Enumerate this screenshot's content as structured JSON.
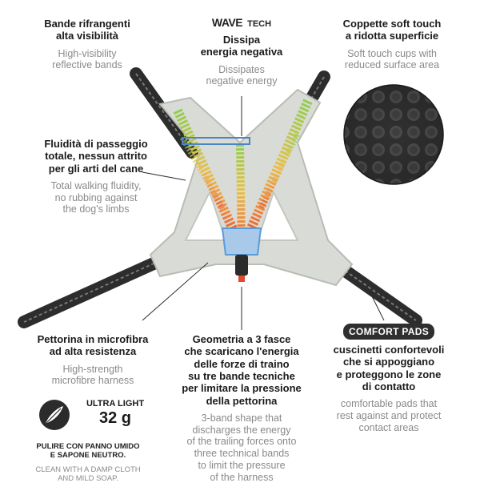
{
  "tech_brand": {
    "wave": "WAVE",
    "tech": "TECH"
  },
  "features": {
    "reflective": {
      "it": [
        "Bande rifrangenti",
        "alta visibilità"
      ],
      "en": [
        "High-visibility",
        "reflective bands"
      ]
    },
    "wave_tech": {
      "it": [
        "Dissipa",
        "energia negativa"
      ],
      "en": [
        "Dissipates",
        "negative energy"
      ]
    },
    "soft_cups": {
      "it": [
        "Coppette soft touch",
        "a ridotta superficie"
      ],
      "en": [
        "Soft touch cups with",
        "reduced surface area"
      ]
    },
    "fluidity": {
      "it": [
        "Fluidità di passeggio",
        "totale, nessun attrito",
        "per gli arti del cane"
      ],
      "en": [
        "Total walking fluidity,",
        "no rubbing against",
        "the dog's limbs"
      ]
    },
    "microfibre": {
      "it": [
        "Pettorina in microfibra",
        "ad alta resistenza"
      ],
      "en": [
        "High-strength",
        "microfibre harness"
      ]
    },
    "geometry": {
      "it": [
        "Geometria a 3 fasce",
        "che scaricano l'energia",
        "delle forze di traino",
        "su tre bande tecniche",
        "per limitare la pressione",
        "della pettorina"
      ],
      "en": [
        "3-band shape that",
        "discharges the energy",
        "of the trailing forces onto",
        "three technical bands",
        "to limit the pressure",
        "of the harness"
      ]
    },
    "comfort": {
      "badge": "COMFORT PADS",
      "it": [
        "cuscinetti confortevoli",
        "che si appoggiano",
        "e proteggono le zone",
        "di contatto"
      ],
      "en": [
        "comfortable pads that",
        "rest against and protect",
        "contact areas"
      ]
    }
  },
  "ultra_light": {
    "title": "ULTRA LIGHT",
    "weight": "32 g"
  },
  "care": {
    "it": [
      "PULIRE CON PANNO UMIDO",
      "E SAPONE NEUTRO."
    ],
    "en": [
      "CLEAN WITH A DAMP CLOTH",
      "AND MILD SOAP."
    ]
  },
  "icons": {
    "feather": "feather-icon",
    "soft_cup_texture": "soft-cup-texture",
    "harness": "harness-illustration"
  },
  "colors": {
    "harness_body": "#d9dbd6",
    "harness_edge": "#b9bcb5",
    "strap": "#3a3a3a",
    "wave_green": "#8fcf4f",
    "wave_orange": "#f08a3c",
    "wave_red": "#e4472e",
    "wave_blue": "#5b9bd5",
    "leader_line": "#2a2a2a"
  }
}
